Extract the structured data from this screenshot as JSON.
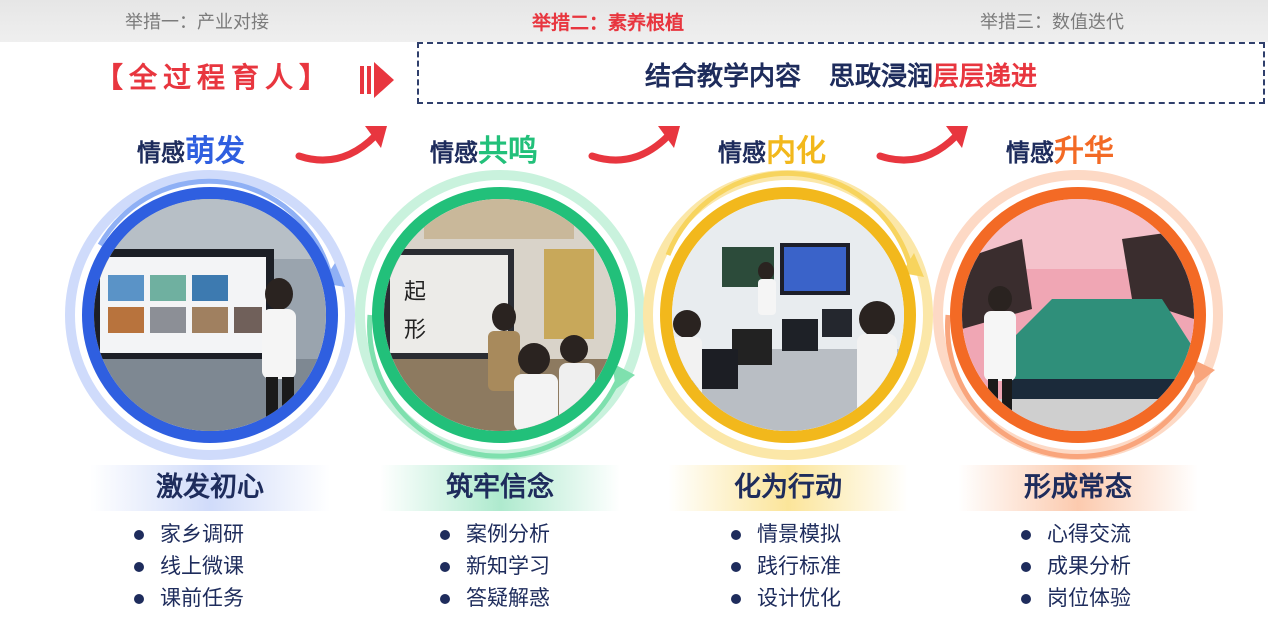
{
  "nav": {
    "tabs": [
      "举措一：产业对接",
      "举措二：素养根植",
      "举措三：数值迭代"
    ],
    "active_index": 1
  },
  "header": {
    "bracket_title": "【全过程育人】",
    "slogan_part1": "结合教学内容",
    "slogan_part2": "思政浸润",
    "slogan_highlight": "层层递进"
  },
  "stages": [
    {
      "head_prefix": "情感",
      "head_accent": "萌发",
      "accent_color": "#2f5fe0",
      "label": "激发初心",
      "bullets": [
        "家乡调研",
        "线上微课",
        "课前任务"
      ]
    },
    {
      "head_prefix": "情感",
      "head_accent": "共鸣",
      "accent_color": "#22c07a",
      "label": "筑牢信念",
      "bullets": [
        "案例分析",
        "新知学习",
        "答疑解惑"
      ]
    },
    {
      "head_prefix": "情感",
      "head_accent": "内化",
      "accent_color": "#f2b81c",
      "label": "化为行动",
      "bullets": [
        "情景模拟",
        "践行标准",
        "设计优化"
      ]
    },
    {
      "head_prefix": "情感",
      "head_accent": "升华",
      "accent_color": "#f36a25",
      "label": "形成常态",
      "bullets": [
        "心得交流",
        "成果分析",
        "岗位体验"
      ]
    }
  ],
  "colors": {
    "red": "#e8363f",
    "navy": "#1e2c5c",
    "blue": "#2f5fe0",
    "green": "#22c07a",
    "yellow": "#f2b81c",
    "orange": "#f36a25"
  }
}
